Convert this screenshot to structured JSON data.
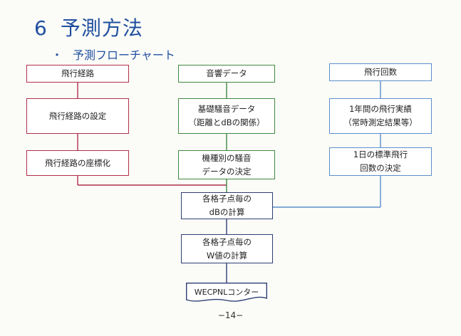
{
  "slide": {
    "number": "6",
    "title": "予測方法",
    "bullet": "・",
    "subtitle": "予測フローチャート",
    "page_number": "−14−"
  },
  "columns": {
    "flight_path": {
      "header": "飛行経路",
      "step1": "飛行経路の設定",
      "step2": "飛行経路の座標化"
    },
    "acoustic": {
      "header": "音響データ",
      "step1_line1": "基礎騒音データ",
      "step1_line2": "（距離とdBの関係）",
      "step2_line1": "機種別の騒音",
      "step2_line2": "データの決定"
    },
    "flight_count": {
      "header": "飛行回数",
      "step1_line1": "1年間の飛行実績",
      "step1_line2": "（常時測定結果等）",
      "step2_line1": "1日の標準飛行",
      "step2_line2": "回数の決定"
    }
  },
  "center": {
    "calc_db_line1": "各格子点毎の",
    "calc_db_line2": "dBの計算",
    "calc_w_line1": "各格子点毎の",
    "calc_w_line2": "W値の計算",
    "output": "WECPNLコンター"
  },
  "colors": {
    "title": "#1f4f9f",
    "flight_path": "#b0304a",
    "acoustic": "#3f8a3f",
    "flight_count": "#5b8fc9",
    "center": "#2f3f73"
  }
}
